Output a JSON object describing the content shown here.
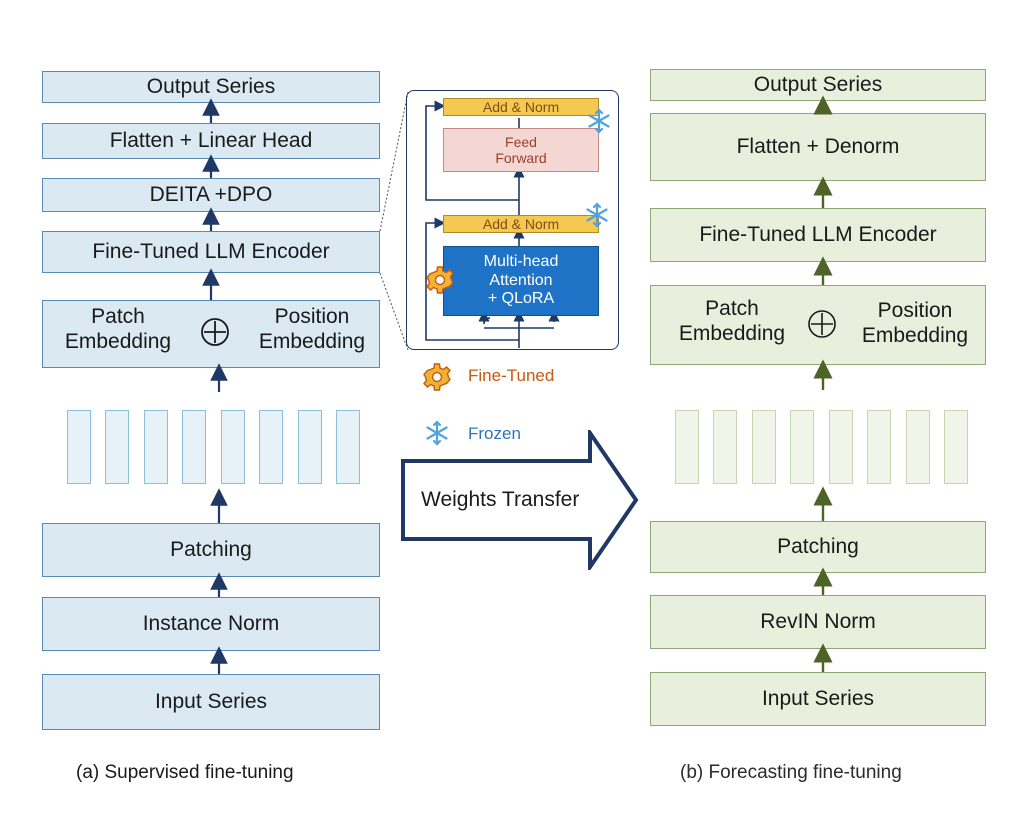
{
  "left": {
    "output_series": "Output Series",
    "flatten_head": "Flatten + Linear Head",
    "deita_dpo": "DEITA +DPO",
    "llm_encoder": "Fine-Tuned LLM Encoder",
    "patch_embedding": "Patch\nEmbedding",
    "position_embedding": "Position\nEmbedding",
    "patching": "Patching",
    "instance_norm": "Instance Norm",
    "input_series": "Input Series",
    "caption": "(a) Supervised fine-tuning"
  },
  "right": {
    "output_series": "Output Series",
    "flatten_denorm": "Flatten + Denorm",
    "llm_encoder": "Fine-Tuned LLM Encoder",
    "patch_embedding": "Patch\nEmbedding",
    "position_embedding": "Position\nEmbedding",
    "patching": "Patching",
    "revin_norm": "RevIN Norm",
    "input_series": "Input Series",
    "caption": "(b) Forecasting fine-tuning"
  },
  "detail": {
    "add_norm_top": "Add & Norm",
    "feed_forward": "Feed\nForward",
    "add_norm_bottom": "Add & Norm",
    "attention": "Multi-head\nAttention\n+ QLoRA"
  },
  "legend": {
    "fine_tuned": "Fine-Tuned",
    "frozen": "Frozen"
  },
  "transfer_label": "Weights Transfer",
  "colors": {
    "left_fill": "#dbe9f3",
    "left_border": "#5a8ab2",
    "right_fill": "#e8efdd",
    "right_border": "#8da877",
    "arrow_left": "#1f3864",
    "arrow_right": "#4f6228",
    "attention_fill": "#1f73c6",
    "add_norm_fill": "#f5c94f",
    "feed_forward_fill": "#f4d7d3",
    "fine_tuned_text": "#c55a11",
    "frozen_text": "#2e75b6"
  },
  "icons": [
    "gear-icon",
    "snowflake-icon",
    "circled-plus-icon",
    "block-arrow-icon"
  ]
}
